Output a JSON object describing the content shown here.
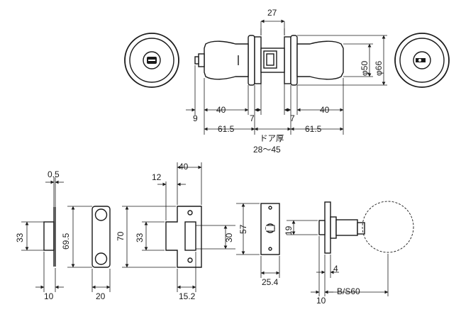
{
  "top_view": {
    "dims": {
      "center": "27",
      "left_rose": "9",
      "left_knob": "40",
      "left_gap": "7",
      "right_gap": "7",
      "right_knob": "40",
      "left_total": "61.5",
      "right_total": "61.5",
      "phi_inner": "φ50",
      "phi_outer": "φ66"
    },
    "door_label": "ドア厚",
    "door_range": "28～45"
  },
  "latch_plate": {
    "top": "0.5",
    "height": "33",
    "bottom": "10"
  },
  "strike_box": {
    "height": "69.5",
    "bottom": "20"
  },
  "strike_plate": {
    "top_left": "12",
    "top_right": "40",
    "outer_h": "70",
    "inner_h": "33",
    "right_h": "30",
    "bottom": "15.2"
  },
  "latch_face": {
    "height": "57",
    "bottom": "25.4"
  },
  "latch_side": {
    "h19": "19",
    "w4": "4",
    "w10": "10",
    "backset": "B/S60"
  }
}
